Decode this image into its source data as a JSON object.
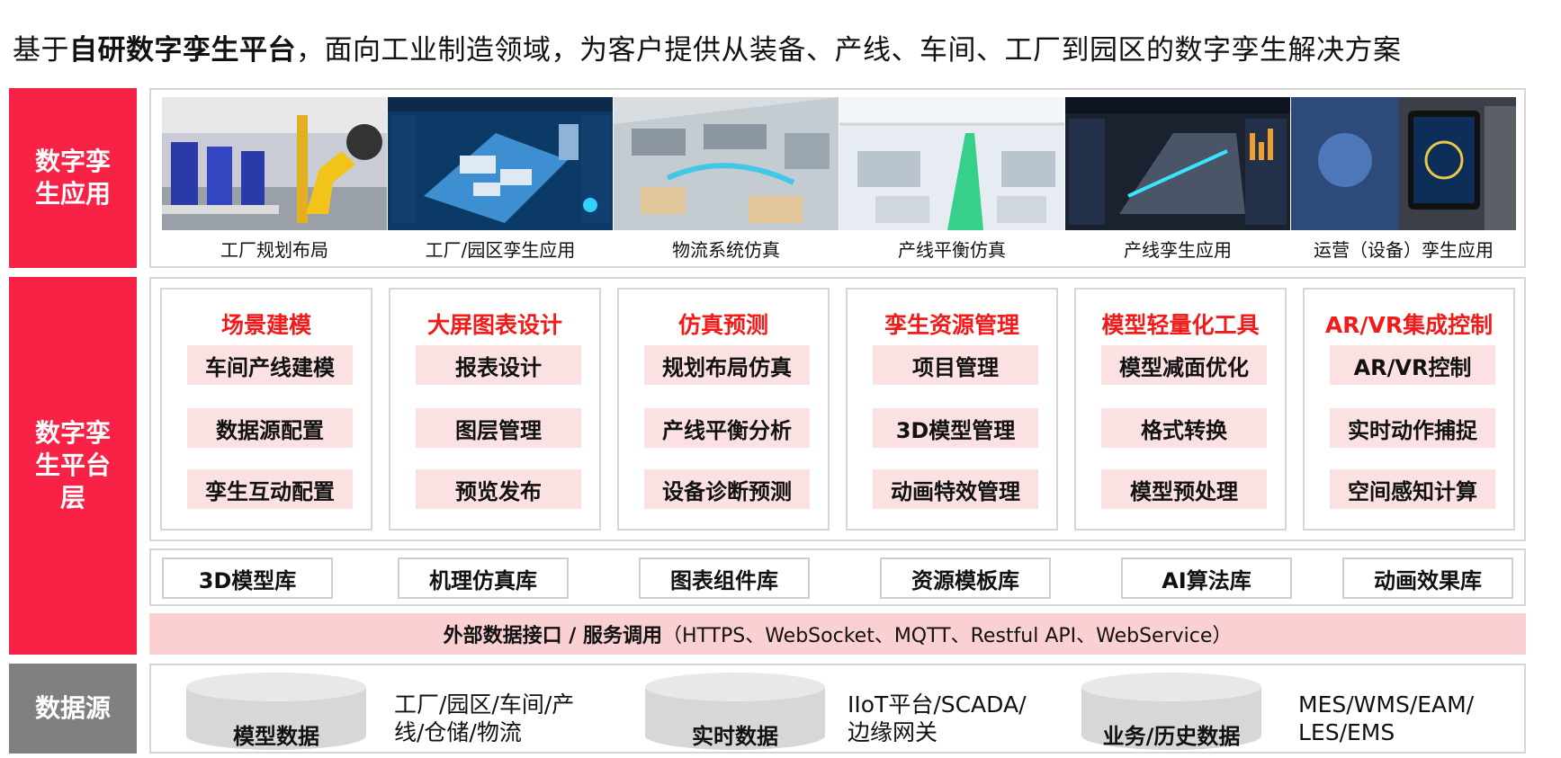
{
  "headline": {
    "prefix": "基于",
    "bold": "自研数字孪生平台",
    "rest": "，面向工业制造领域，为客户提供从装备、产线、车间、工厂到园区的数字孪生解决方案"
  },
  "layers": {
    "app_label": "数字孪生应用",
    "platform_label": "数字孪生平台层",
    "datasource_label": "数据源"
  },
  "applications": [
    {
      "caption": "工厂规划布局",
      "icon": "factory-robot-arm-image"
    },
    {
      "caption": "工厂/园区孪生应用",
      "icon": "park-dashboard-image"
    },
    {
      "caption": "物流系统仿真",
      "icon": "logistics-warehouse-image"
    },
    {
      "caption": "产线平衡仿真",
      "icon": "production-line-image"
    },
    {
      "caption": "产线孪生应用",
      "icon": "line-hud-image"
    },
    {
      "caption": "运营（设备）孪生应用",
      "icon": "ar-tablet-equipment-image"
    }
  ],
  "modules": [
    {
      "title": "场景建模",
      "items": [
        "车间产线建模",
        "数据源配置",
        "孪生互动配置"
      ]
    },
    {
      "title": "大屏图表设计",
      "items": [
        "报表设计",
        "图层管理",
        "预览发布"
      ]
    },
    {
      "title": "仿真预测",
      "items": [
        "规划布局仿真",
        "产线平衡分析",
        "设备诊断预测"
      ]
    },
    {
      "title": "孪生资源管理",
      "items": [
        "项目管理",
        "3D模型管理",
        "动画特效管理"
      ]
    },
    {
      "title": "模型轻量化工具",
      "items": [
        "模型减面优化",
        "格式转换",
        "模型预处理"
      ]
    },
    {
      "title": "AR/VR集成控制",
      "items": [
        "AR/VR控制",
        "实时动作捕捉",
        "空间感知计算"
      ]
    }
  ],
  "libraries": [
    "3D模型库",
    "机理仿真库",
    "图表组件库",
    "资源模板库",
    "AI算法库",
    "动画效果库"
  ],
  "api": {
    "bold": "外部数据接口 /  服务调用",
    "rest": "（HTTPS、WebSocket、MQTT、Restful API、WebService）"
  },
  "datasources": [
    {
      "name": "模型数据",
      "desc_line1": "工厂/园区/车间/产",
      "desc_line2": "线/仓储/物流"
    },
    {
      "name": "实时数据",
      "desc_line1": "IIoT平台/SCADA/",
      "desc_line2": "边缘网关"
    },
    {
      "name": "业务/历史数据",
      "desc_line1": "MES/WMS/EAM/",
      "desc_line2": "LES/EMS"
    }
  ],
  "colors": {
    "accent_red": "#f72245",
    "module_title_red": "#f31a1a",
    "item_pink": "#fbe1e2",
    "api_pink": "#fbd0d3",
    "datasource_grey": "#808080"
  }
}
